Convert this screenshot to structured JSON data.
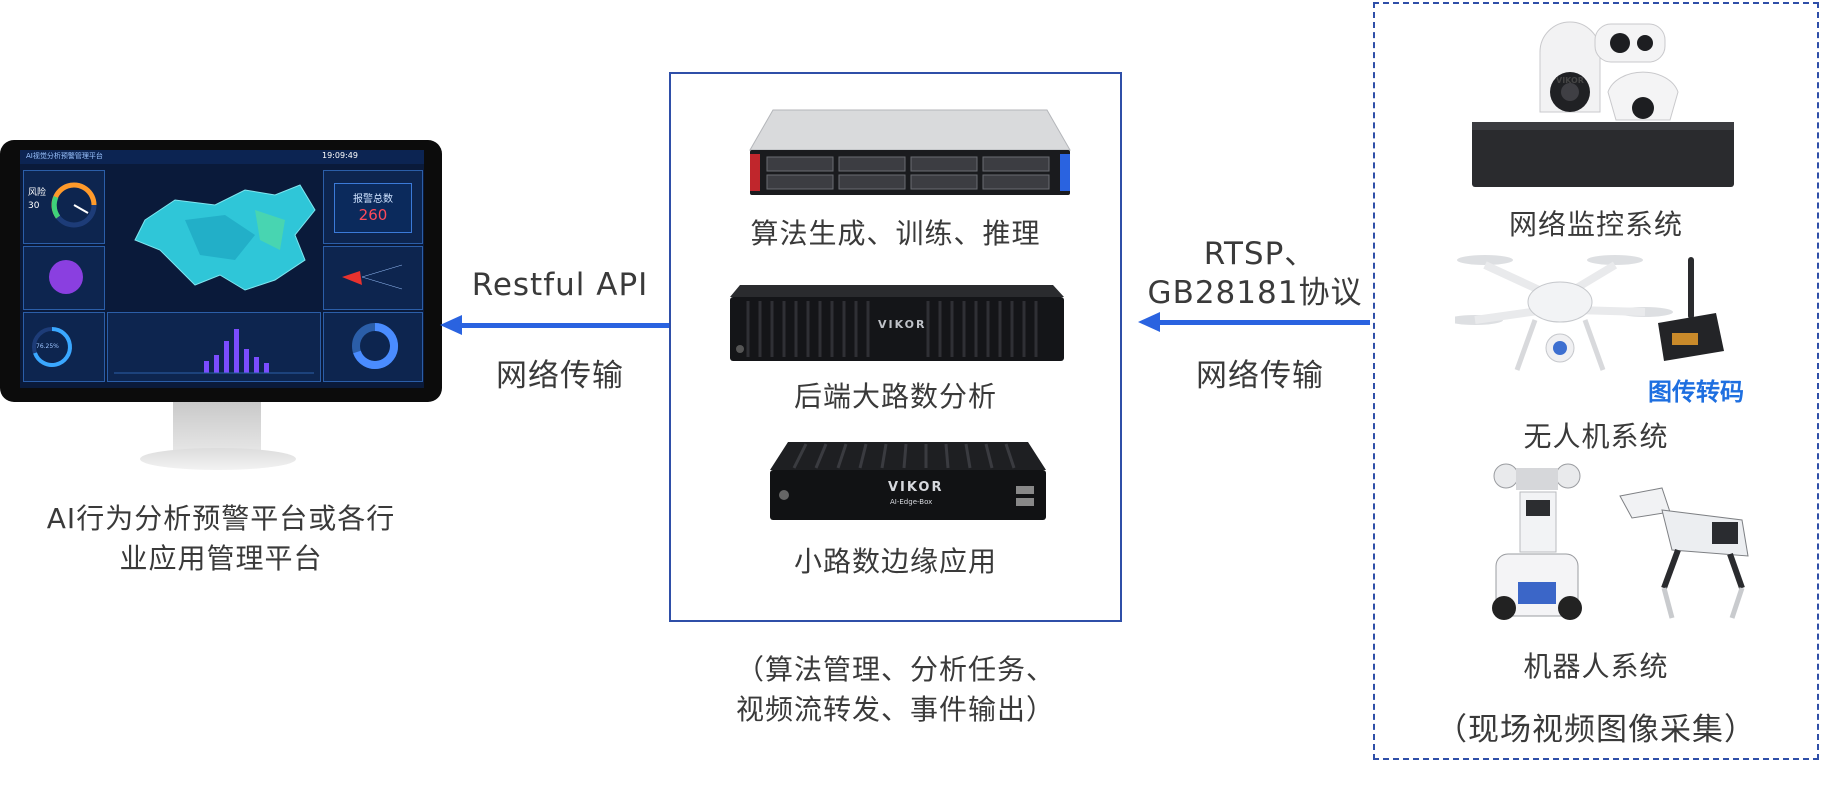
{
  "left": {
    "label_line1": "AI行为分析预警平台或各行",
    "label_line2": "业应用管理平台",
    "screen": {
      "title": "AI视觉分析预警管理平台",
      "time": "19:09:49",
      "gauge_label": "风险",
      "gauge_value": "30",
      "alarm_title": "报警总数",
      "alarm_value": "260",
      "donut_value": "76.25%"
    }
  },
  "left_arrow": {
    "top_label": "Restful API",
    "bottom_label": "网络传输"
  },
  "center": {
    "device1_label": "算法生成、训练、推理",
    "device2_label": "后端大路数分析",
    "device2_brand": "VIKOR",
    "device3_label": "小路数边缘应用",
    "device3_brand": "VIKOR",
    "device3_model": "AI-Edge-Box",
    "caption_line1": "（算法管理、分析任务、",
    "caption_line2": "视频流转发、事件输出）"
  },
  "right_arrow": {
    "top_label_line1": "RTSP、",
    "top_label_line2": "GB28181协议",
    "bottom_label": "网络传输"
  },
  "right": {
    "item1_label": "网络监控系统",
    "camera_brand": "VIKOR",
    "item2_label": "无人机系统",
    "item2_note": "图传转码",
    "item3_label": "机器人系统",
    "caption": "（现场视频图像采集）"
  },
  "colors": {
    "accent": "#2a63e0",
    "box_border": "#2f4fa8",
    "note_blue": "#1e6fe0"
  }
}
